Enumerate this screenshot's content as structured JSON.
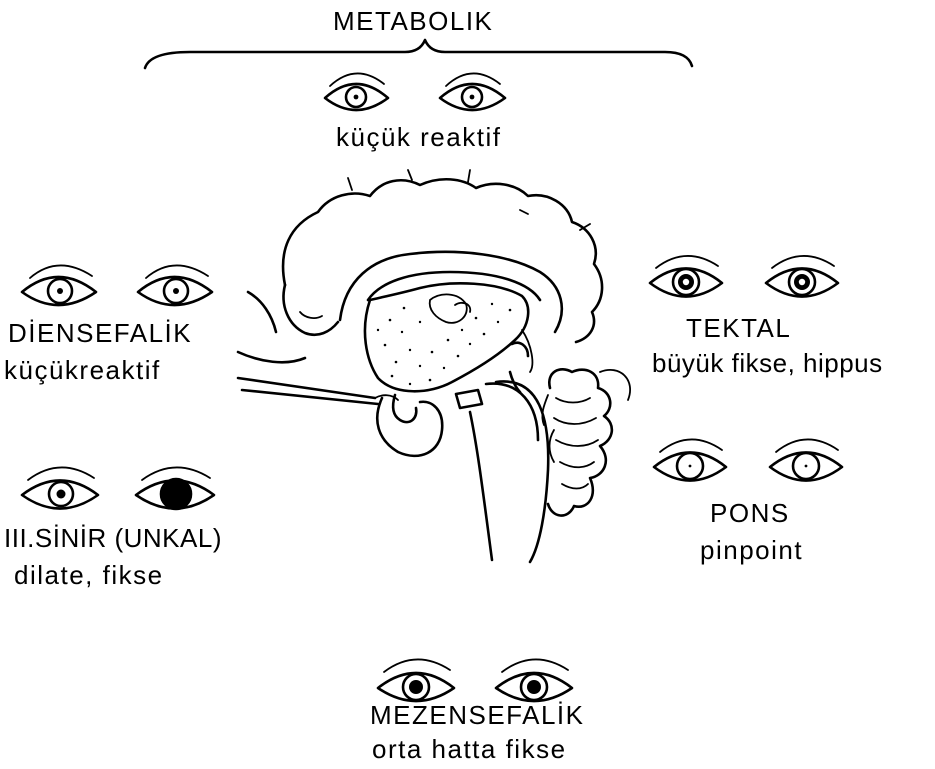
{
  "diagram": {
    "groups": [
      {
        "id": "metabolik",
        "title": "METABOLIK",
        "description": "küçük reaktif",
        "pupil": "small"
      },
      {
        "id": "diensefalik",
        "title": "DİENSEFALİK",
        "description": "küçükreaktif",
        "pupil": "small"
      },
      {
        "id": "tektal",
        "title": "TEKTAL",
        "description": "büyük fikse, hippus",
        "pupil": "large-ring"
      },
      {
        "id": "pons",
        "title": "PONS",
        "description": "pinpoint",
        "pupil": "pinpoint"
      },
      {
        "id": "unkal",
        "title": "III.SİNİR (UNKAL)",
        "description": "dilate, fikse",
        "pupil": "one-dilated"
      },
      {
        "id": "mezensefalik",
        "title": "MEZENSEFALİK",
        "description": "orta hatta fikse",
        "pupil": "mid-position"
      }
    ]
  }
}
